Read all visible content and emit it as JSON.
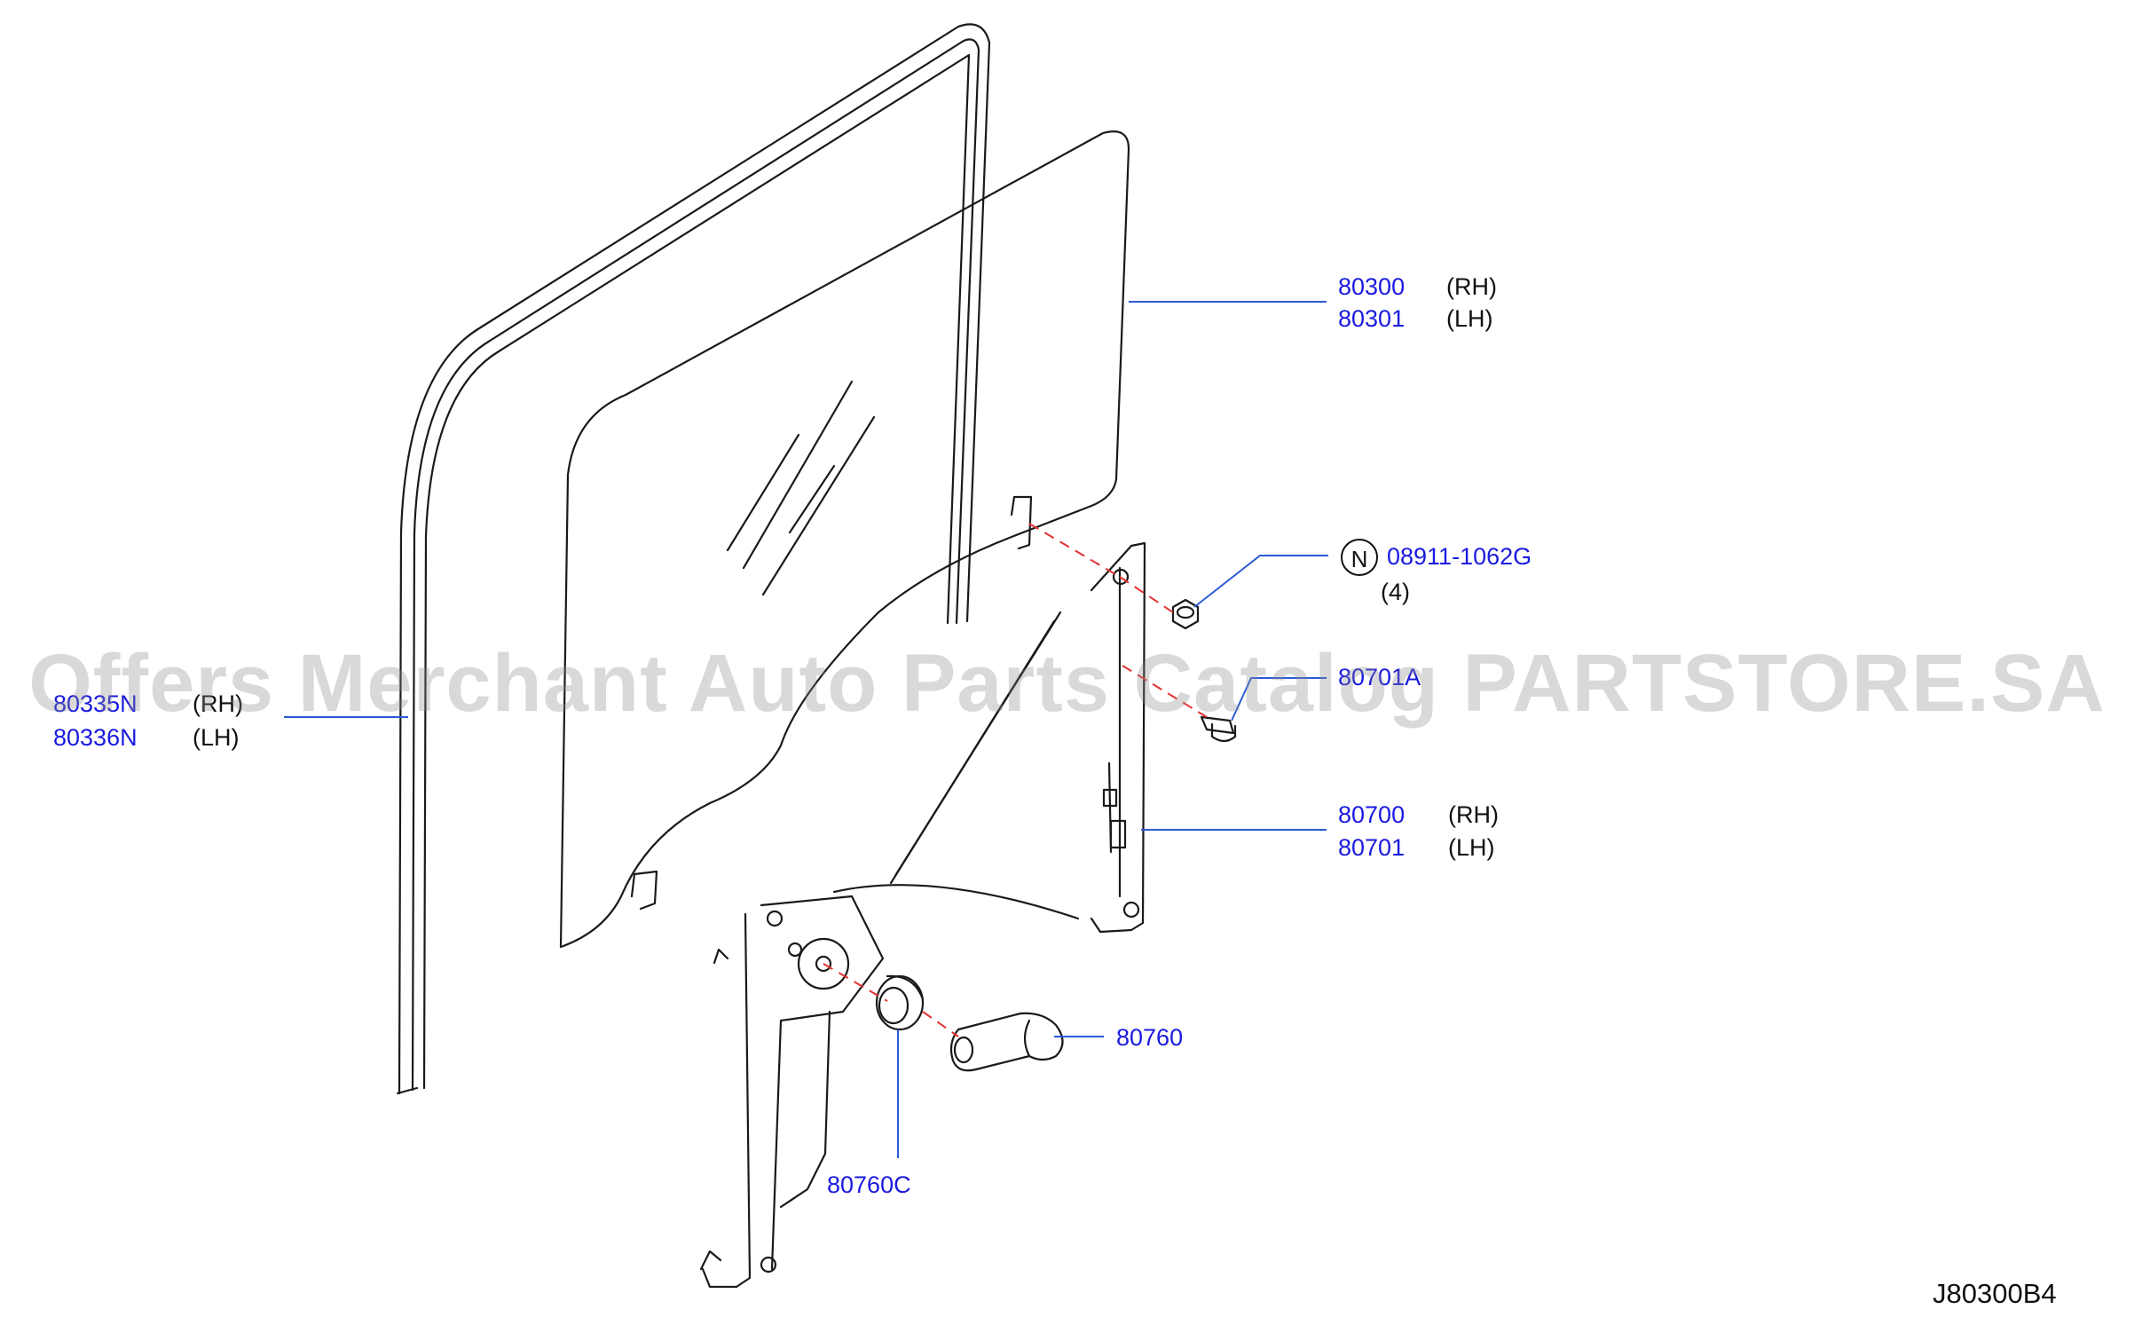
{
  "diagram": {
    "reference_code": "J80300B4",
    "watermark": "Offers Merchant Auto Parts Catalog PARTSTORE.SA",
    "colors": {
      "part_number": "#1a1adf",
      "leader_line": "#2a5bd7",
      "text": "#111111",
      "drawing": "#1a1a1a",
      "dashed": "#e53030"
    },
    "callouts": [
      {
        "id": "glass",
        "part_numbers": [
          "80300",
          "80301"
        ],
        "sides": [
          "(RH)",
          "(LH)"
        ]
      },
      {
        "id": "run-channel",
        "part_numbers": [
          "80335N",
          "80336N"
        ],
        "sides": [
          "(RH)",
          "(LH)"
        ]
      },
      {
        "id": "nut",
        "marker": "N",
        "part_numbers": [
          "08911-1062G"
        ],
        "quantity": "(4)"
      },
      {
        "id": "bolt",
        "part_numbers": [
          "80701A"
        ]
      },
      {
        "id": "regulator",
        "part_numbers": [
          "80700",
          "80701"
        ],
        "sides": [
          "(RH)",
          "(LH)"
        ]
      },
      {
        "id": "handle",
        "part_numbers": [
          "80760"
        ]
      },
      {
        "id": "escutcheon",
        "part_numbers": [
          "80760C"
        ]
      }
    ]
  }
}
